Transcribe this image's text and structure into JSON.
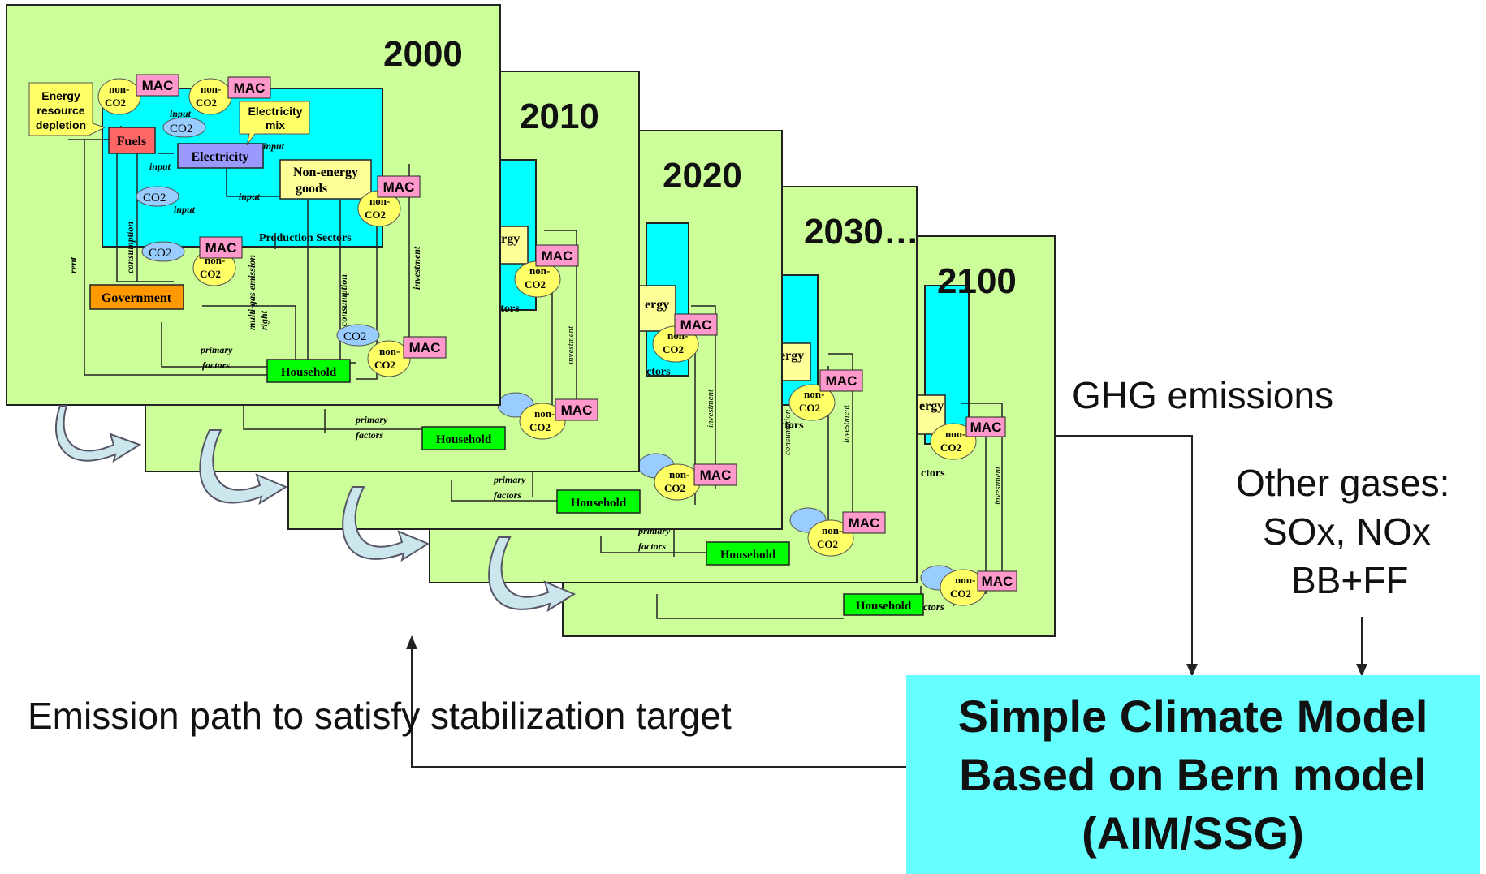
{
  "years": [
    "2000",
    "2010",
    "2020",
    "2030…",
    "2100"
  ],
  "labels": {
    "mac": "MAC",
    "non": "non-",
    "co2": "CO2",
    "fuels": "Fuels",
    "electricity": "Electricity",
    "non_energy_1": "Non-energy",
    "non_energy_2": "goods",
    "government": "Government",
    "household": "Household",
    "production_sectors": "Production Sectors",
    "energy_depletion_1": "Energy",
    "energy_depletion_2": "resource",
    "energy_depletion_3": "depletion",
    "electricity_mix_1": "Electricity",
    "electricity_mix_2": "mix",
    "input": "input",
    "consumption": "consumption",
    "investment": "investment",
    "rent": "rent",
    "right": "right",
    "multigas": "multi-gas emission",
    "primary": "primary",
    "factors": "factors",
    "ergy": "ergy",
    "ctors": "ctors"
  },
  "annotations": {
    "ghg": "GHG emissions",
    "other_1": "Other gases:",
    "other_2": "SOx, NOx",
    "other_3": "BB+FF",
    "emission_path": "Emission path to satisfy stabilization target"
  },
  "model": {
    "line1": "Simple Climate Model",
    "line2": "Based on Bern model",
    "line3": "(AIM/SSG)"
  },
  "colors": {
    "panel": "#ccff99",
    "production": "#00ffff",
    "fuels": "#ff6666",
    "electricity": "#9999ff",
    "non_energy": "#ffff99",
    "government": "#ff9900",
    "household": "#00ff00",
    "mac": "#ff99cc",
    "cloud_yellow": "#ffff66",
    "cloud_co2": "#99ccff",
    "model_box": "#66ffff",
    "cycle_arrow": "#cce6ee"
  }
}
